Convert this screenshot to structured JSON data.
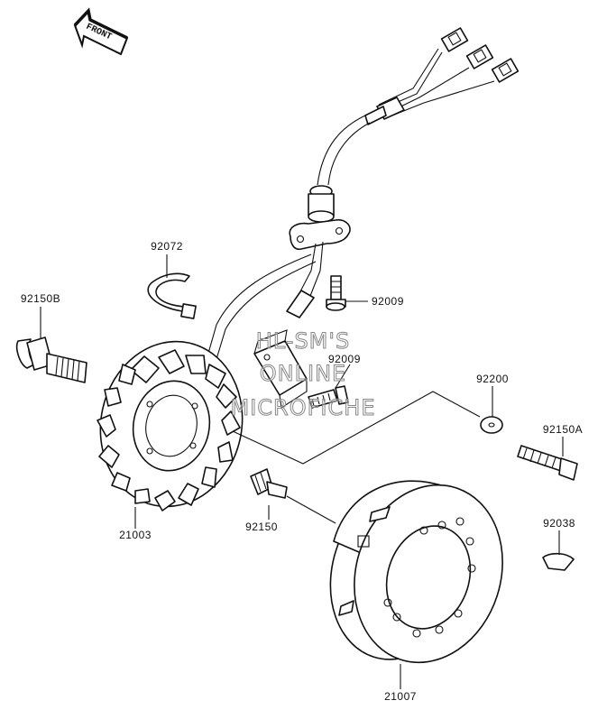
{
  "direction_marker": {
    "label": "FRONT"
  },
  "watermark": {
    "lines": [
      "HL-SM'S",
      "ONLINE",
      "MICROFICHE"
    ]
  },
  "callouts": [
    {
      "id": "21003",
      "label": "21003"
    },
    {
      "id": "21007",
      "label": "21007"
    },
    {
      "id": "92072",
      "label": "92072"
    },
    {
      "id": "92150B",
      "label": "92150B"
    },
    {
      "id": "92009a",
      "label": "92009"
    },
    {
      "id": "92009b",
      "label": "92009"
    },
    {
      "id": "92200",
      "label": "92200"
    },
    {
      "id": "92150A",
      "label": "92150A"
    },
    {
      "id": "92150",
      "label": "92150"
    },
    {
      "id": "92038",
      "label": "92038"
    }
  ]
}
